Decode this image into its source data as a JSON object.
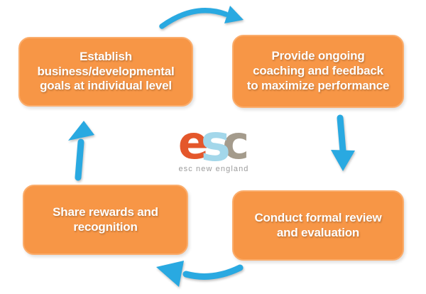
{
  "diagram": {
    "type": "cycle",
    "steps": [
      {
        "name": "establish-goals",
        "position": "top-left",
        "lines": [
          "Establish",
          "business/developmental",
          "goals at individual level"
        ]
      },
      {
        "name": "ongoing-coaching",
        "position": "top-right",
        "lines": [
          "Provide ongoing",
          "coaching and feedback",
          "to maximize performance"
        ]
      },
      {
        "name": "formal-review",
        "position": "bottom-right",
        "lines": [
          "Conduct formal review",
          "and evaluation"
        ]
      },
      {
        "name": "share-rewards",
        "position": "bottom-left",
        "lines": [
          "Share rewards and",
          "recognition"
        ]
      }
    ],
    "arrows": [
      {
        "name": "cycle-arrow-top",
        "from": "establish-goals",
        "to": "ongoing-coaching"
      },
      {
        "name": "cycle-arrow-right",
        "from": "ongoing-coaching",
        "to": "formal-review"
      },
      {
        "name": "cycle-arrow-bottom",
        "from": "formal-review",
        "to": "share-rewards"
      },
      {
        "name": "cycle-arrow-left",
        "from": "share-rewards",
        "to": "establish-goals"
      }
    ],
    "logo": {
      "letters": [
        {
          "char": "e"
        },
        {
          "char": "s"
        },
        {
          "char": "c"
        }
      ],
      "tagline": "esc new england"
    }
  },
  "colors": {
    "box_fill": "#F79646",
    "box_border": "#FBAD6C",
    "box_text": "#FFFFFF",
    "arrow_blue": "#29A9E1",
    "logo_e": "#E4572B",
    "logo_s": "#A3D7EA",
    "logo_c": "#A49B8C",
    "tagline_gray": "#9C9C9C",
    "background": "#FFFFFF"
  }
}
